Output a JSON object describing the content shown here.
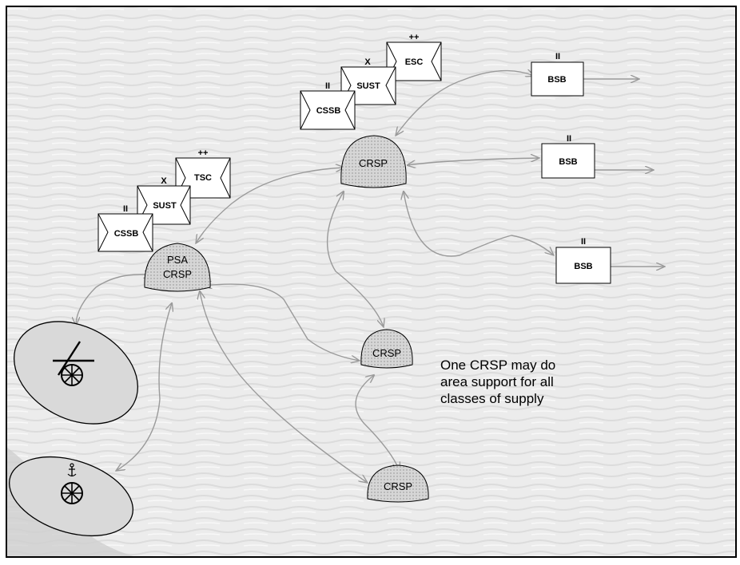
{
  "colors": {
    "background": "#ececec",
    "border": "#000000",
    "arrow": "#9a9a9a",
    "blob_fill": "#d4d4d4",
    "ellipse_fill": "#d9d9d9"
  },
  "icons": [
    "wheel-icon",
    "anchor-icon"
  ],
  "symbols": {
    "cssb_left": {
      "text": "CSSB",
      "echelon": "II"
    },
    "sust_left": {
      "text": "SUST",
      "echelon": "X"
    },
    "tsc": {
      "text": "TSC",
      "echelon": "++"
    },
    "cssb_top": {
      "text": "CSSB",
      "echelon": "II"
    },
    "sust_top": {
      "text": "SUST",
      "echelon": "X"
    },
    "esc": {
      "text": "ESC",
      "echelon": "++"
    },
    "bsb_1": {
      "text": "BSB",
      "echelon": "II"
    },
    "bsb_2": {
      "text": "BSB",
      "echelon": "II"
    },
    "bsb_3": {
      "text": "BSB",
      "echelon": "II"
    }
  },
  "nodes": {
    "psa_line1": "PSA",
    "psa_line2": "CRSP",
    "crsp_top": "CRSP",
    "crsp_mid": "CRSP",
    "crsp_bottom": "CRSP"
  },
  "note": {
    "line1": "One CRSP may do",
    "line2": "area support for all",
    "line3": "classes of supply"
  }
}
